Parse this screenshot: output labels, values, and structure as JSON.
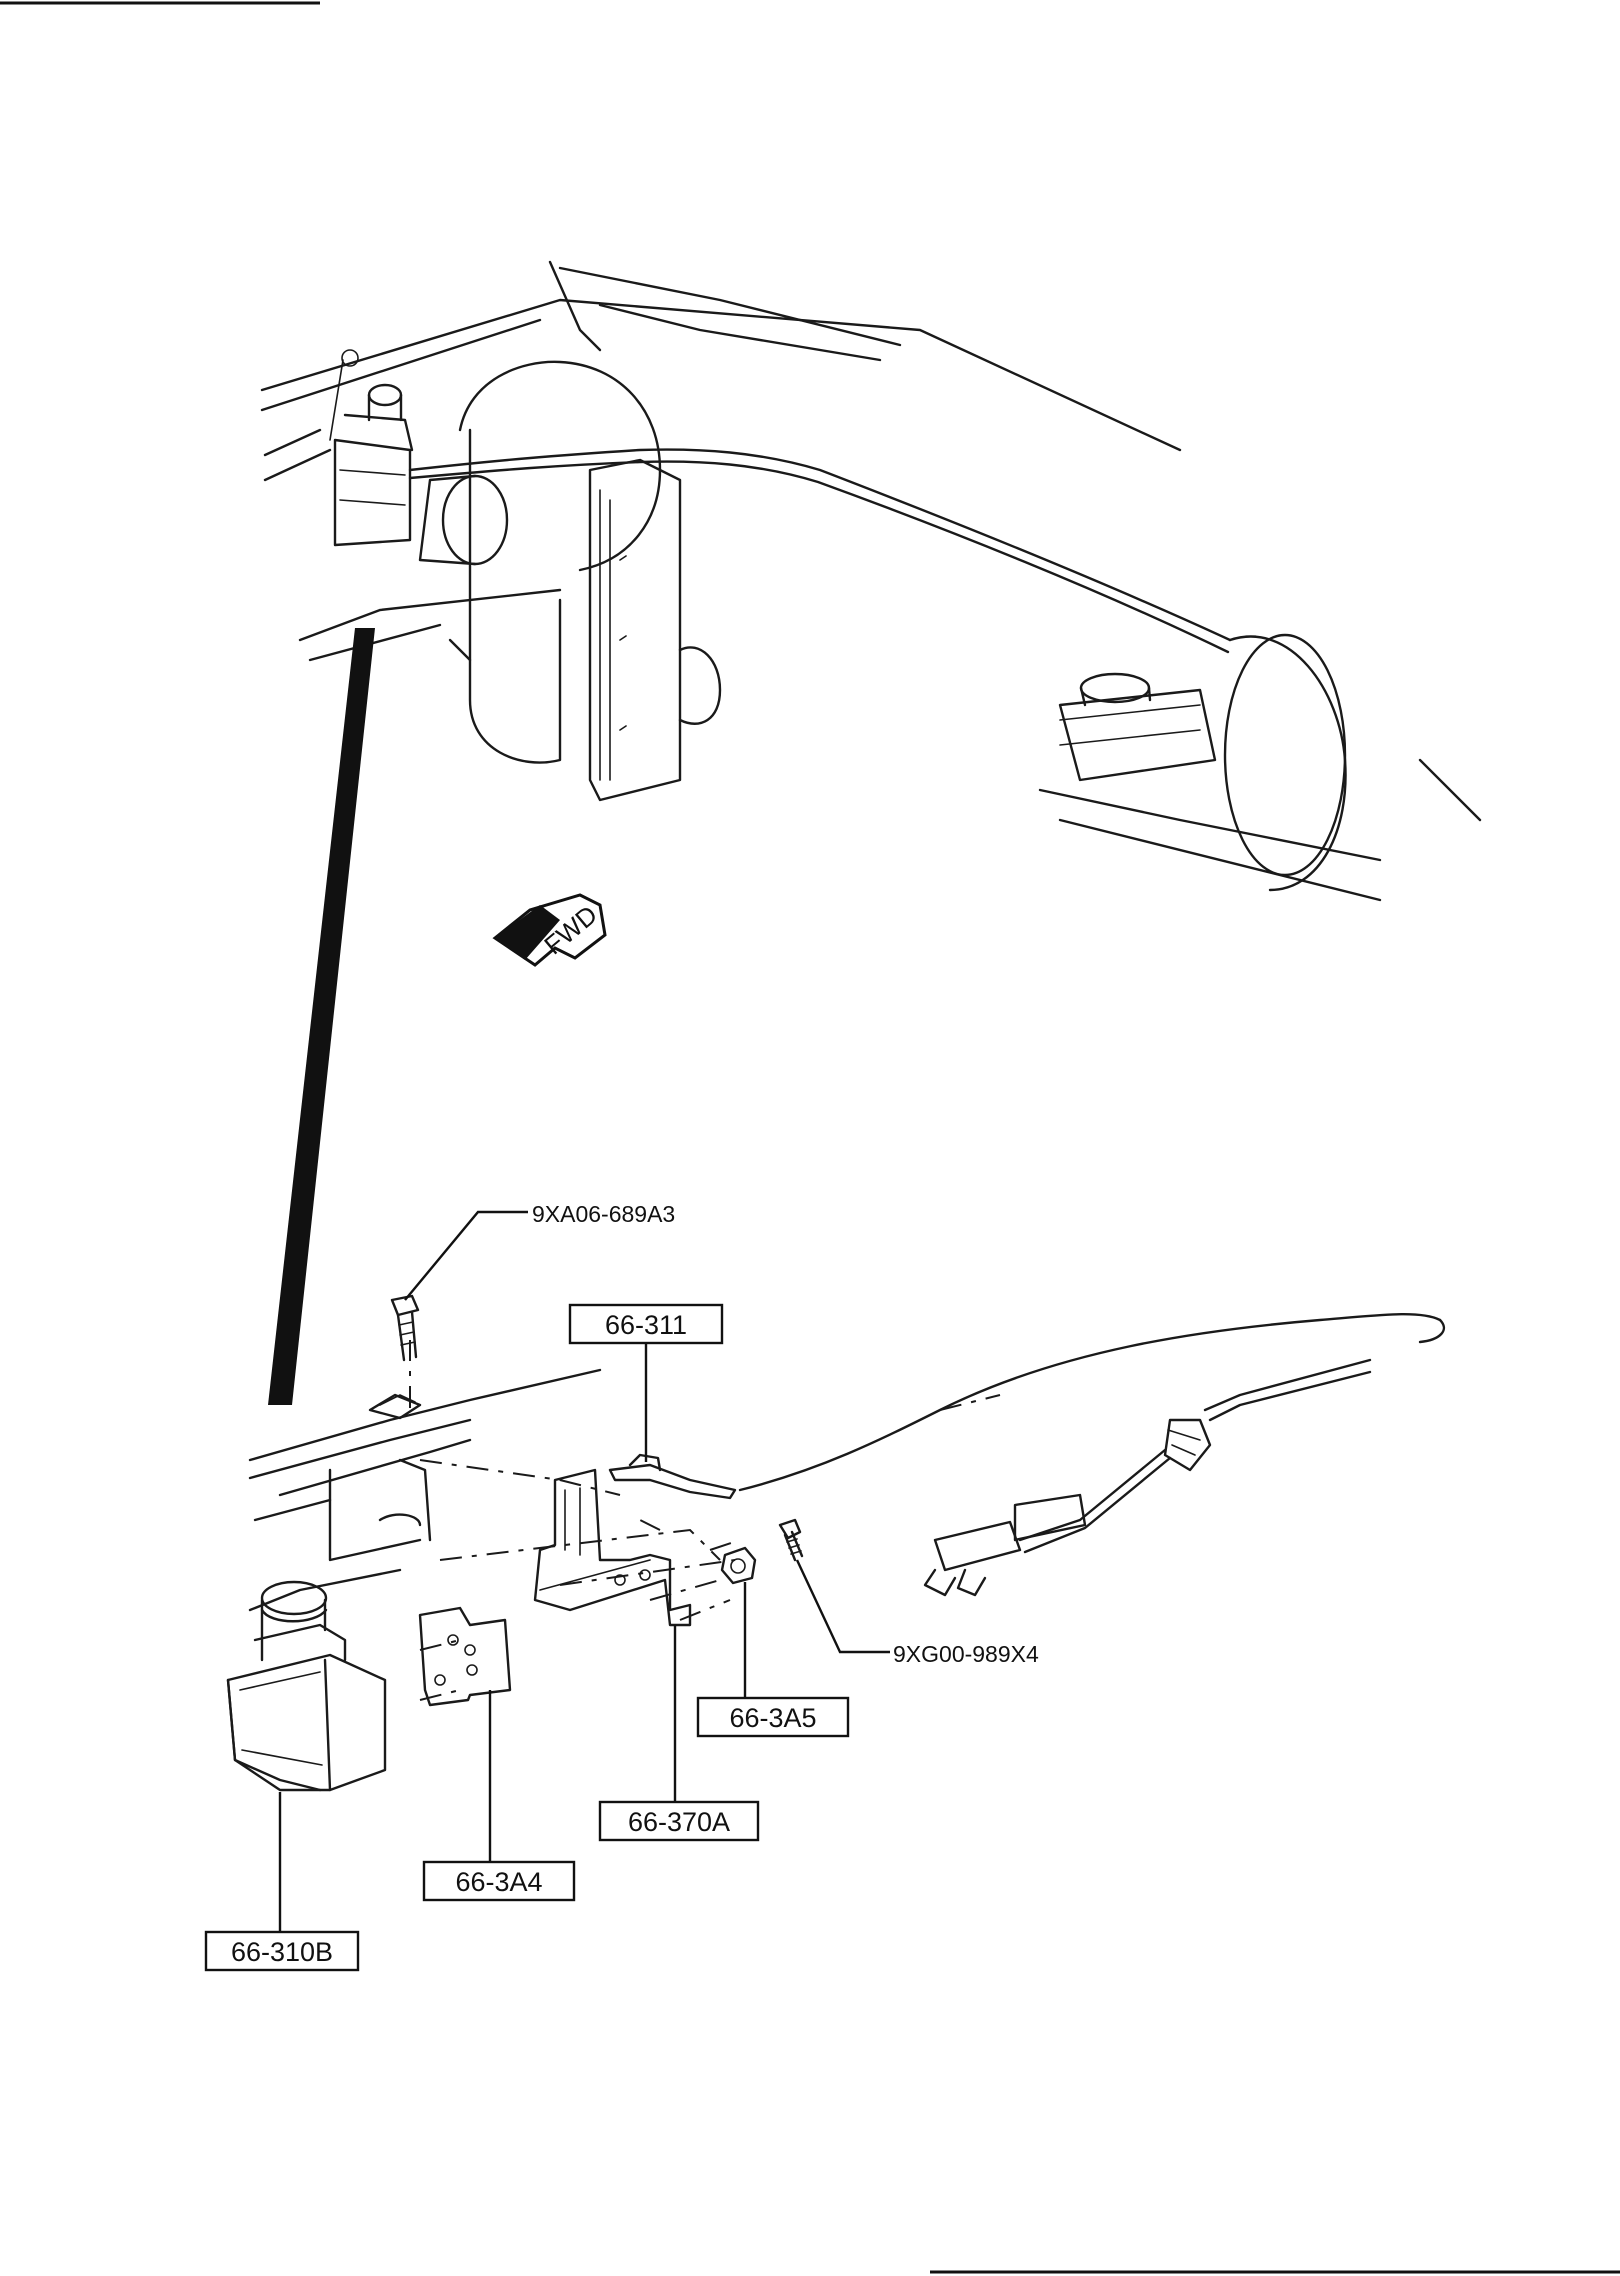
{
  "diagram": {
    "fwd_label": "FWD",
    "parts": [
      {
        "id": "part-9xa06-689a3",
        "number": "9XA06-689A3",
        "boxed": false
      },
      {
        "id": "part-66-311",
        "number": "66-311",
        "boxed": true
      },
      {
        "id": "part-9xg00-989x4",
        "number": "9XG00-989X4",
        "boxed": false
      },
      {
        "id": "part-66-3a5",
        "number": "66-3A5",
        "boxed": true
      },
      {
        "id": "part-66-370a",
        "number": "66-370A",
        "boxed": true
      },
      {
        "id": "part-66-3a4",
        "number": "66-3A4",
        "boxed": true
      },
      {
        "id": "part-66-310b",
        "number": "66-310B",
        "boxed": true
      }
    ]
  }
}
